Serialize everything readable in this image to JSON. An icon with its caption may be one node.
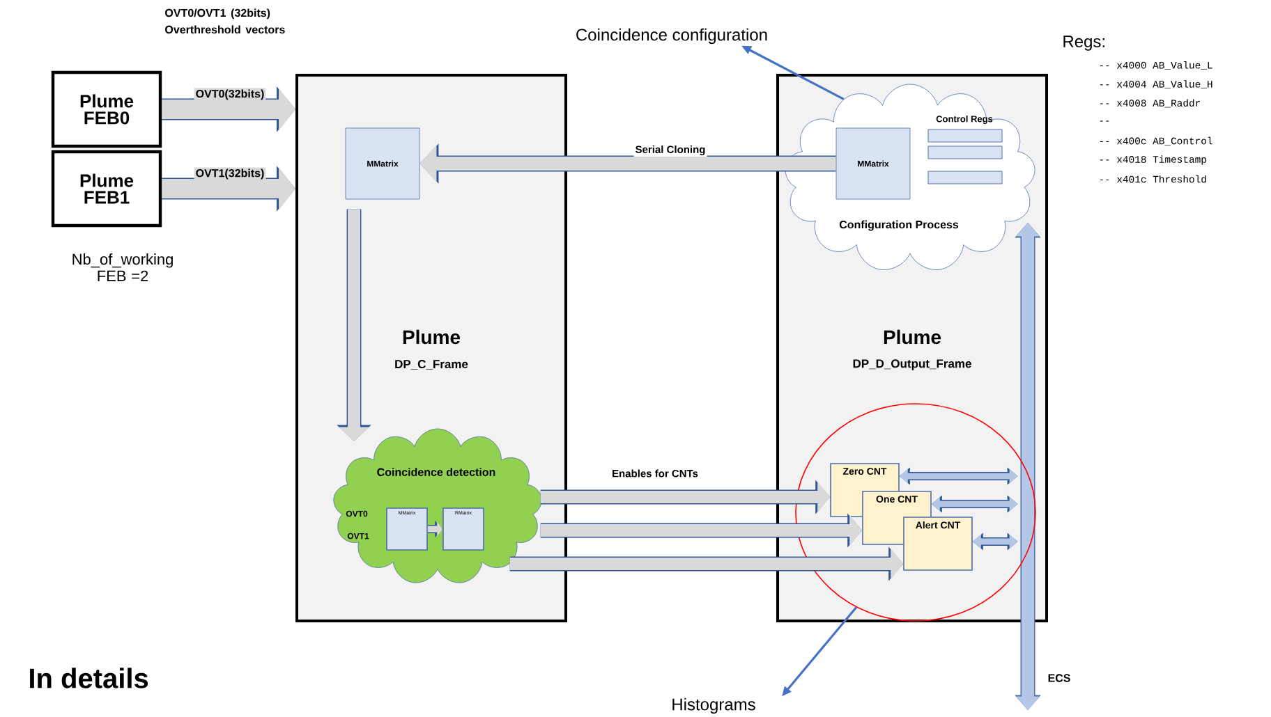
{
  "diagram": {
    "nodes": [
      {
        "text": [
          "Plume FEB0"
        ]
      },
      {
        "text": [
          "Plume FEB1"
        ]
      },
      {
        "text": [
          "Plume",
          "DP_C_Frame"
        ]
      },
      {
        "text": [
          "MMatrix"
        ],
        "in": 2
      },
      {
        "text": [
          "Coincidence detection",
          "OVT0",
          "OVT1"
        ],
        "in": 2
      },
      {
        "text": [
          "MMatrix"
        ],
        "in": 4
      },
      {
        "text": [
          "RMatrix"
        ],
        "in": 4
      },
      {
        "text": [
          "Plume",
          "DP_D_Output_Frame"
        ]
      },
      {
        "text": [
          "Control Regs",
          "Configuration Process"
        ],
        "in": 7
      },
      {
        "text": [
          "MMatrix"
        ],
        "in": 8
      },
      {
        "text": [
          "Zero CNT"
        ],
        "in": 14
      },
      {
        "text": [
          "One CNT"
        ],
        "in": 14
      },
      {
        "text": [
          "Alert CNT"
        ],
        "in": 14
      },
      {
        "text": [],
        "shape": "bar",
        "beside": [
          "ECS"
        ]
      },
      {
        "text": [],
        "shape": "circle",
        "in": 7
      },
      {
        "text": [
          "Histograms"
        ]
      },
      {
        "text": [
          "Coincidence configuration"
        ]
      }
    ],
    "edges": [
      {
        "from": 0,
        "to": 2,
        "arrow": "to",
        "label": "OVT0(32bits)"
      },
      {
        "from": 1,
        "to": 2,
        "arrow": "to",
        "label": "OVT1(32bits)"
      },
      {
        "from": 9,
        "to": 3,
        "arrow": "to",
        "label": "Serial Cloning"
      },
      {
        "from": 3,
        "to": 4,
        "arrow": "to"
      },
      {
        "from": 5,
        "to": 6,
        "arrow": "to"
      },
      {
        "from": 4,
        "to": 10,
        "arrow": "to",
        "label": "Enables for CNTs"
      },
      {
        "from": 4,
        "to": 11,
        "arrow": "to"
      },
      {
        "from": 4,
        "to": 12,
        "arrow": "to"
      },
      {
        "from": 10,
        "to": 13,
        "arrow": "both",
        "color": "#b4c7e7"
      },
      {
        "from": 11,
        "to": 13,
        "arrow": "both",
        "color": "#b4c7e7"
      },
      {
        "from": 12,
        "to": 13,
        "arrow": "both",
        "color": "#b4c7e7"
      },
      {
        "from": 8,
        "to": 16,
        "arrow": "to",
        "color": "#4472c4"
      },
      {
        "from": 14,
        "to": 15,
        "arrow": "to",
        "color": "#4472c4"
      }
    ],
    "labels": [
      "OVT0/OVT1 (32bits) Overthreshold vectors",
      "Regs:",
      "-- x4000 AB_Value_L",
      "-- x4004 AB_Value_H",
      "-- x4008 AB_Raddr",
      "--",
      "-- x400c AB_Control",
      "-- x4018 Timestamp",
      "-- x401c Threshold",
      "Nb_of_working FEB =2",
      "In details"
    ]
  }
}
